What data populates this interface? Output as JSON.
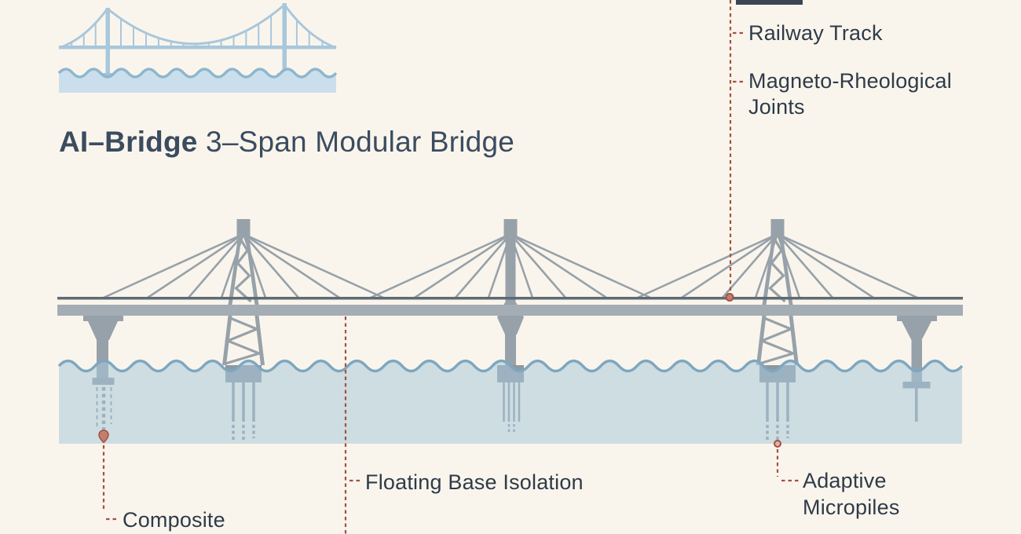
{
  "title": {
    "brand": "AI–Bridge",
    "rest": "3–Span Modular Bridge"
  },
  "labels": {
    "railway_track": "Railway Track",
    "magneto_rheological_joints": "Magneto-Rheological Joints",
    "floating_base_isolation": "Floating Base Isolation",
    "adaptive_micropiles": "Adaptive Micropiles",
    "composite": "Composite"
  },
  "colors": {
    "background": "#faf5ec",
    "steel": "#97a1a9",
    "steel_dark": "#8d98a1",
    "deck": "#a4adb4",
    "rail": "#5e6a73",
    "water_fill": "#a9c8db",
    "water_stroke": "#7ea7bf",
    "leader": "#a3513f",
    "marker_fill": "#c47e6e",
    "heading": "#3b4c60",
    "label": "#2e3b49",
    "logo_stroke": "#a9c7db",
    "logo_water": "#cadfeb",
    "logo_wave": "#8fb6ce",
    "dark_bar": "#3a4653"
  }
}
